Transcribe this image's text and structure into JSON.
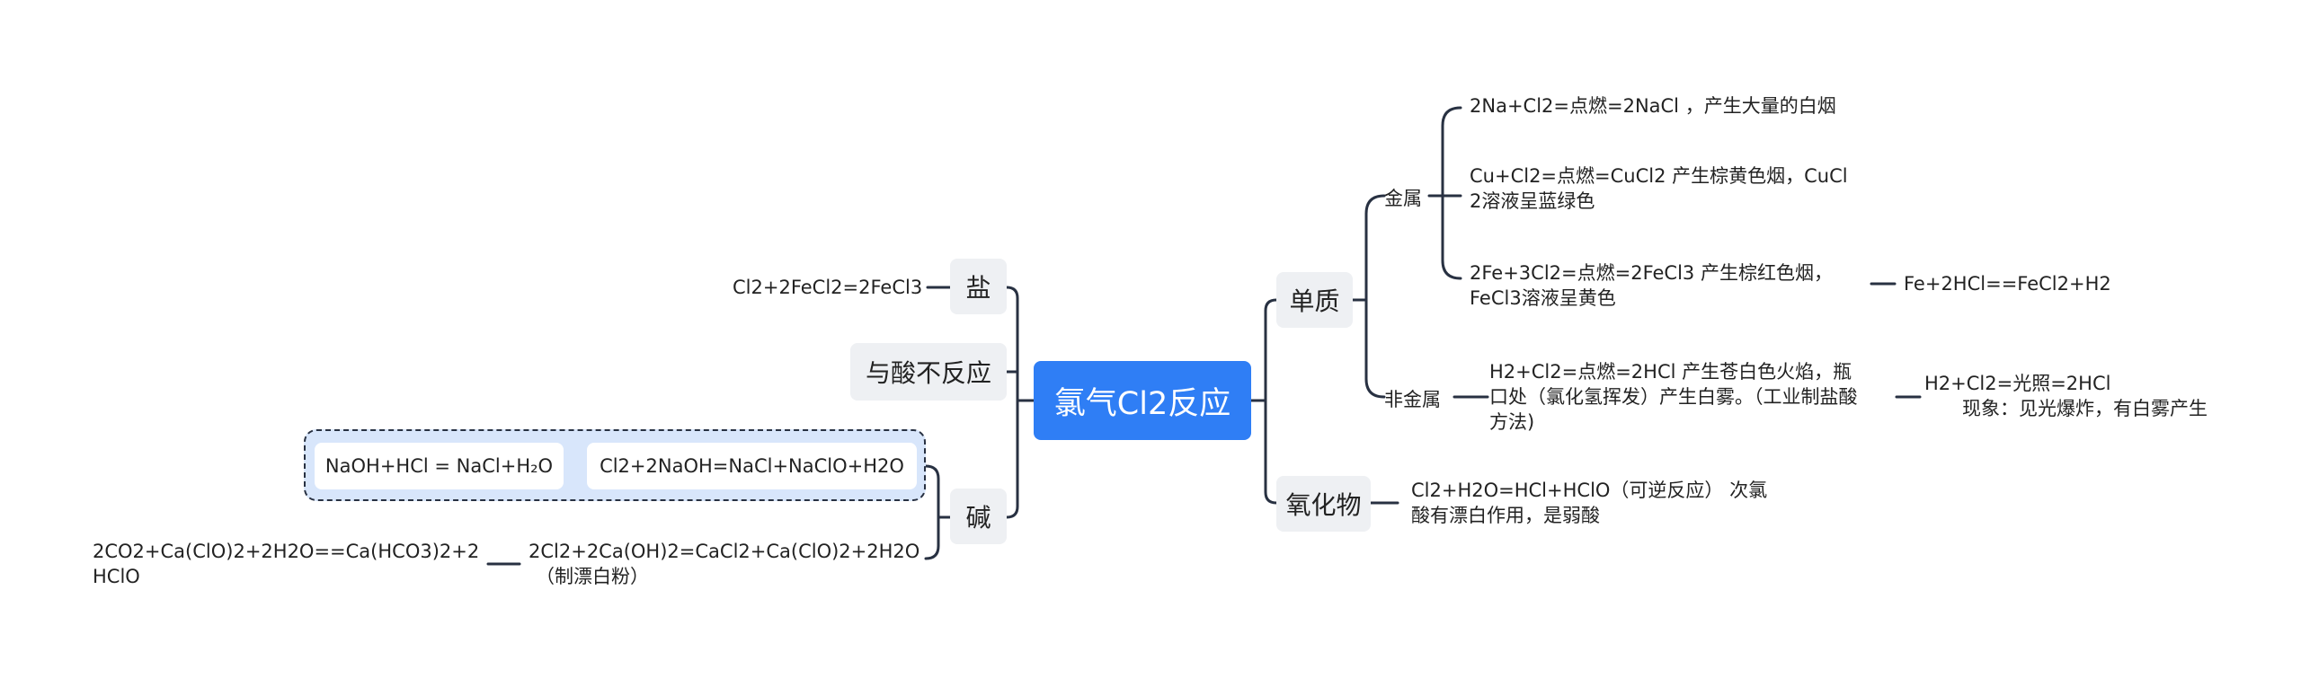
{
  "root": {
    "title": "氯气Cl2反应"
  },
  "right": {
    "elemental": {
      "label": "单质",
      "metal": {
        "label": "金属",
        "items": [
          {
            "line1": "2Na+Cl2=点燃=2NaCl  ，产生大量的白烟"
          },
          {
            "line1": "Cu+Cl2=点燃=CuCl2   产生棕黄色烟，CuCl",
            "line2": "2溶液呈蓝绿色"
          },
          {
            "line1": "2Fe+3Cl2=点燃=2FeCl3   产生棕红色烟，",
            "line2": "FeCl3溶液呈黄色",
            "child": "Fe+2HCl==FeCl2+H2"
          }
        ]
      },
      "nonmetal": {
        "label": "非金属",
        "item": {
          "line1": "H2+Cl2=点燃=2HCl   产生苍白色火焰，瓶",
          "line2": "口处（氯化氢挥发）产生白雾。（工业制盐酸",
          "line3": "方法)",
          "child": {
            "line1": "H2+Cl2=光照=2HCl",
            "line2": "现象：见光爆炸，有白雾产生"
          }
        }
      }
    },
    "oxide": {
      "label": "氧化物",
      "item": {
        "line1": "Cl2+H2O=HCl+HClO（可逆反应）    次氯",
        "line2": "酸有漂白作用，是弱酸"
      }
    }
  },
  "left": {
    "salt": {
      "label": "盐",
      "item": "Cl2+2FeCl2=2FeCl3"
    },
    "acid": {
      "label": "与酸不反应"
    },
    "base": {
      "label": "碱",
      "item1": {
        "text": "Cl2+2NaOH=NaCl+NaClO+H2O",
        "child": "NaOH+HCl = NaCl+H₂O"
      },
      "item2": {
        "line1": "2Cl2+2Ca(OH)2=CaCl2+Ca(ClO)2+2H2O",
        "line2": "（制漂白粉）",
        "child": {
          "line1": "2CO2+Ca(ClO)2+2H2O==Ca(HCO3)2+2",
          "line2": "HClO"
        }
      }
    }
  },
  "colors": {
    "root_fill": "#2f7ef5",
    "branch_fill": "#eef0f3",
    "line": "#283142",
    "group_fill": "#d8e6fb"
  }
}
